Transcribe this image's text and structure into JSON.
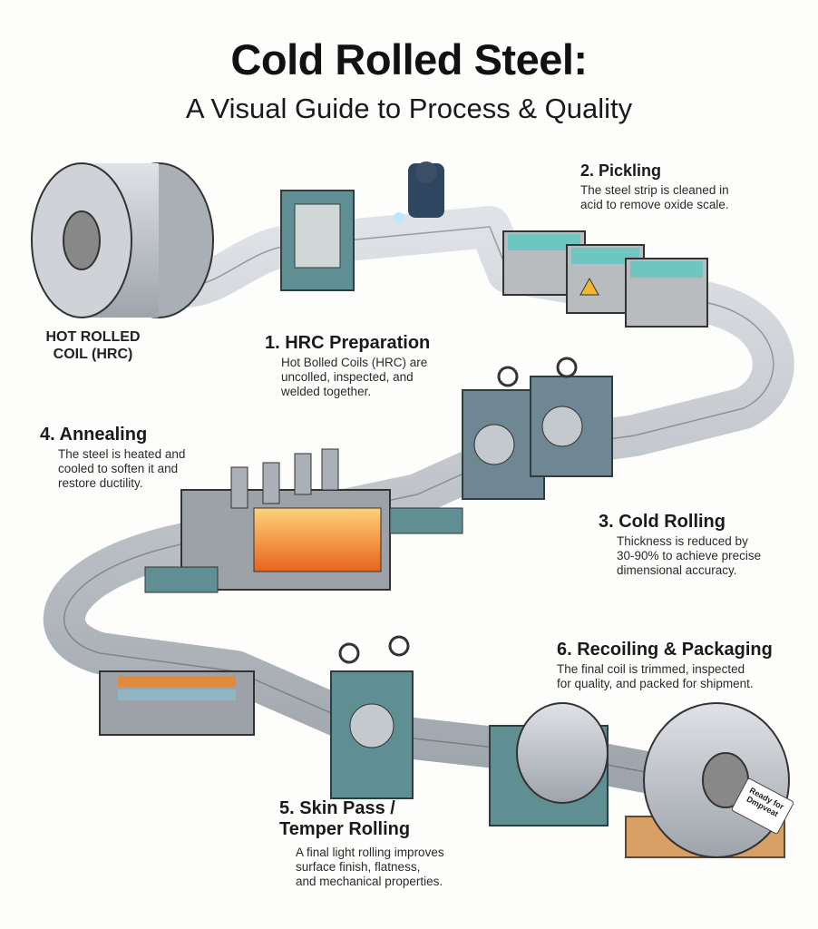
{
  "header": {
    "title": "Cold Rolled Steel:",
    "subtitle": "A Visual Guide to Process & Quality"
  },
  "coil_label": "HOT ROLLED\nCOIL (HRC)",
  "steps": [
    {
      "title": "1. HRC Preparation",
      "desc": "Hot Bolled Coils (HRC) are\nuncolled, inspected, and\nwelded together."
    },
    {
      "title": "2. Pickling",
      "desc": "The steel strip is cleaned in\nacid to remove oxide scale."
    },
    {
      "title": "3. Cold Rolling",
      "desc": "Thickness is reduced by\n30-90% to achieve precise\ndimensional accuracy."
    },
    {
      "title": "4. Annealing",
      "desc": "The steel is heated and\ncooled to soften it and\nrestore ductility."
    },
    {
      "title": "5. Skin Pass /\nTemper Rolling",
      "desc": "A final light rolling improves\nsurface finish, flatness,\nand mechanical properties."
    },
    {
      "title": "6. Recoiling & Packaging",
      "desc": "The final coil is trimmed, inspected\nfor quality, and packed for shipment."
    }
  ],
  "tag_text": "Ready for\nDmpveat",
  "colors": {
    "steel": "#b9bec4",
    "machine": "#5f8f92",
    "fire": "#f08a2a",
    "wood": "#d9a066"
  }
}
